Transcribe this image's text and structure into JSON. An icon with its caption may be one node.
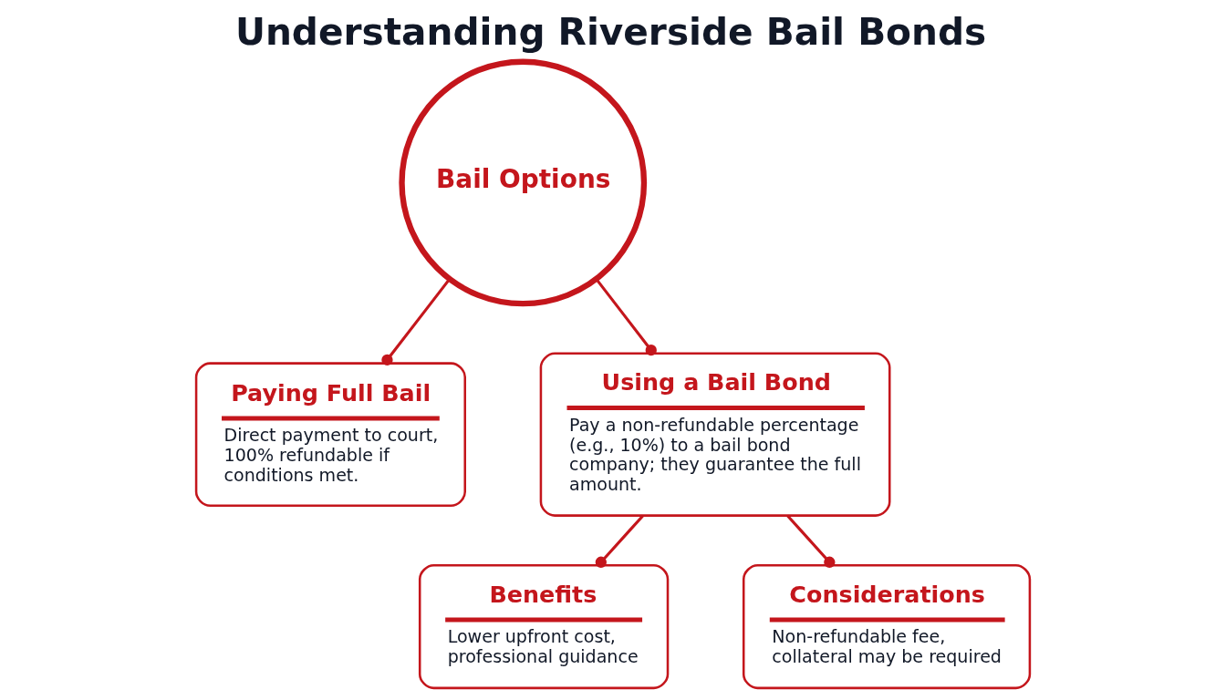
{
  "diagram": {
    "title": "Understanding Riverside Bail Bonds",
    "nodes": [
      {
        "text": [
          "Bail Options"
        ]
      },
      {
        "text": [
          "Paying Full Bail",
          "Direct payment to court, 100% refundable if conditions met."
        ]
      },
      {
        "text": [
          "Using a Bail Bond",
          "Pay a non-refundable percentage (e.g., 10%) to a bail bond company; they guarantee the full amount."
        ]
      },
      {
        "text": [
          "Benefits",
          "Lower upfront cost, professional guidance"
        ]
      },
      {
        "text": [
          "Considerations",
          "Non-refundable fee, collateral may be required"
        ]
      }
    ],
    "edges": [
      {
        "from": 0,
        "to": 1,
        "arrow": "other"
      },
      {
        "from": 0,
        "to": 2,
        "arrow": "other"
      },
      {
        "from": 2,
        "to": 3,
        "arrow": "other"
      },
      {
        "from": 2,
        "to": 4,
        "arrow": "other"
      }
    ]
  }
}
